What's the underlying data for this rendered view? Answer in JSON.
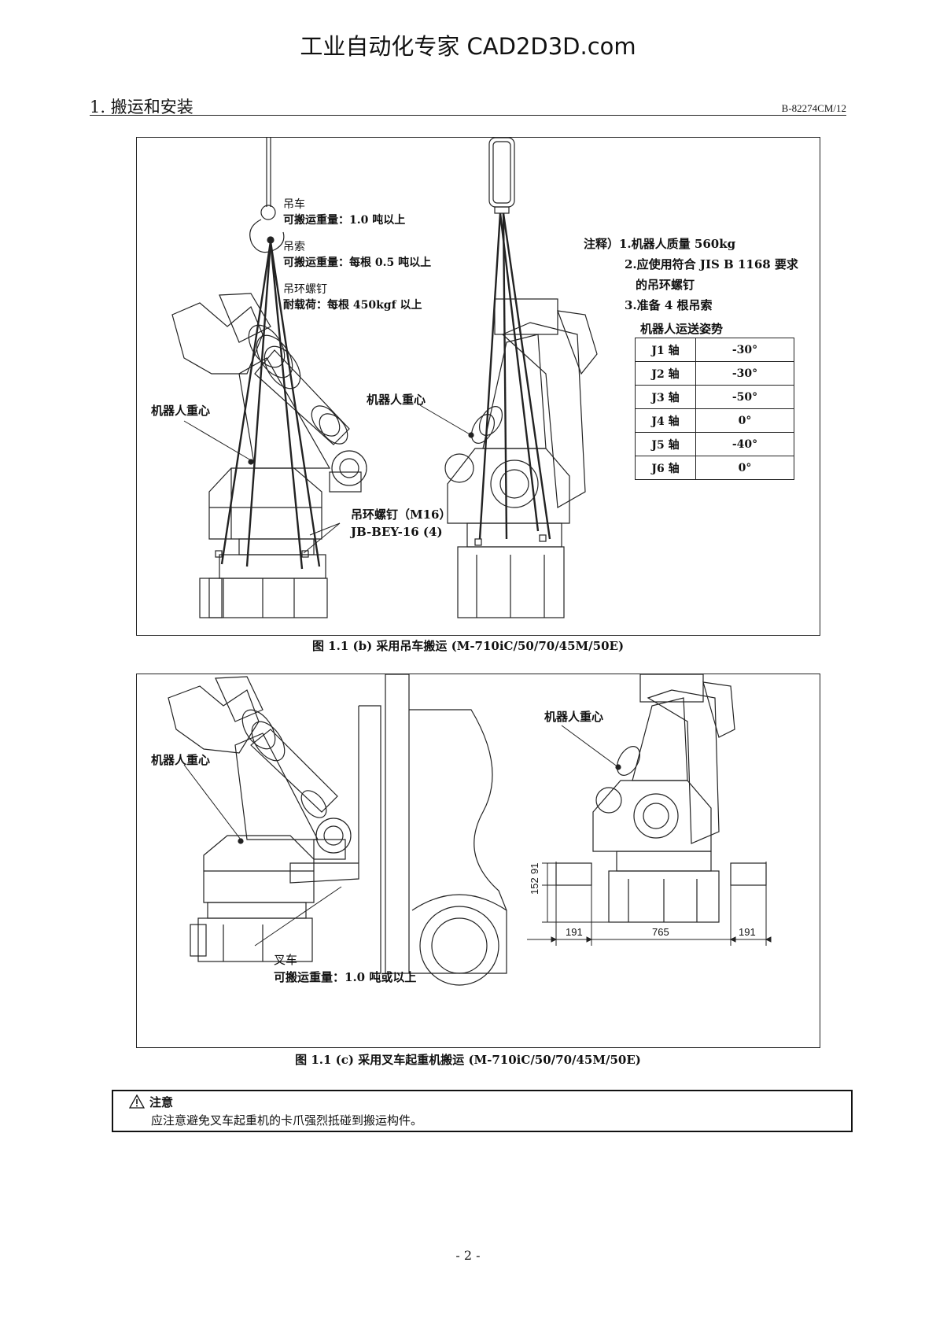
{
  "watermark": "工业自动化专家 CAD2D3D.com",
  "header": {
    "section_title": "1. 搬运和安装",
    "doc_number": "B-82274CM/12"
  },
  "figure_b": {
    "caption": "图 1.1 (b)  采用吊车搬运 (M-710iC/50/70/45M/50E)",
    "crane_label": "吊车",
    "crane_capacity": "可搬运重量：1.0 吨以上",
    "sling_label": "吊索",
    "sling_capacity": "可搬运重量：每根 0.5 吨以上",
    "eyebolt_label": "吊环螺钉",
    "eyebolt_load": "耐载荷：每根 450kgf 以上",
    "cog_left": "机器人重心",
    "cog_right": "机器人重心",
    "eyebolt_spec_1": "吊环螺钉（M16）",
    "eyebolt_spec_2": "JB-BEY-16 (4)",
    "notes": {
      "line1": "注释）1.机器人质量 560kg",
      "line2": "2.应使用符合 JIS B 1168 要求",
      "line3": "的吊环螺钉",
      "line4": "3.准备 4 根吊索"
    },
    "pose_table": {
      "title": "机器人运送姿势",
      "rows": [
        {
          "axis": "J1 轴",
          "angle": "-30°"
        },
        {
          "axis": "J2 轴",
          "angle": "-30°"
        },
        {
          "axis": "J3 轴",
          "angle": "-50°"
        },
        {
          "axis": "J4 轴",
          "angle": "0°"
        },
        {
          "axis": "J5 轴",
          "angle": "-40°"
        },
        {
          "axis": "J6 轴",
          "angle": "0°"
        }
      ]
    }
  },
  "figure_c": {
    "caption": "图 1.1 (c)  采用叉车起重机搬运 (M-710iC/50/70/45M/50E)",
    "cog_left": "机器人重心",
    "cog_right": "机器人重心",
    "forklift_label": "叉车",
    "forklift_capacity": "可搬运重量：1.0 吨或以上",
    "dims": {
      "v1": "152",
      "v2": "91",
      "h_left": "191",
      "h_mid": "765",
      "h_right": "191"
    }
  },
  "caution": {
    "title": "注意",
    "text": "应注意避免叉车起重机的卡爪强烈抵碰到搬运构件。"
  },
  "page_number": "- 2 -"
}
